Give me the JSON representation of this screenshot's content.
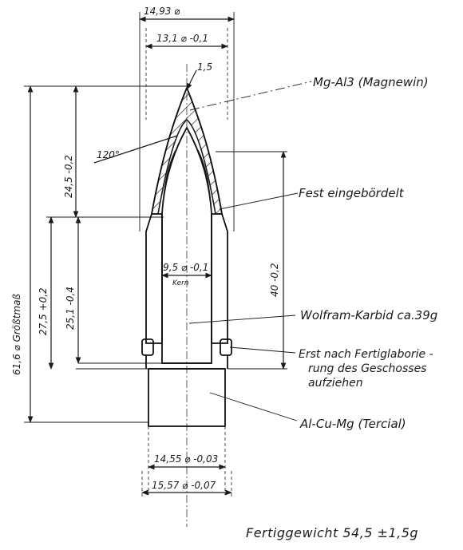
{
  "labels": {
    "material_tip": "Mg-Al3 (Magnewin)",
    "crimp": "Fest eingebördelt",
    "core": "Wolfram-Karbid ca.39g",
    "note_line1": "Erst nach Fertiglaborie -",
    "note_line2": "rung des Geschosses",
    "note_line3": "aufziehen",
    "material_base": "Al-Cu-Mg (Tercial)"
  },
  "dimensions": {
    "top_width": "14,93 ⌀",
    "inner_width": "13,1 ⌀ -0,1",
    "tip_radius": "1,5",
    "angle": "120°",
    "nose_length": "24,5 -0,2",
    "overall_length": "61,6 ⌀ Größtmaß",
    "body_length": "27,5 +0,2",
    "core_length": "25,1 -0,4",
    "core_diameter": "9,5 ⌀ -0,1",
    "core_label": "Kern",
    "right_length": "40 -0,2",
    "base_width": "14,55 ⌀ -0,03",
    "band_width": "15,57 ⌀ -0,07"
  },
  "footer": {
    "weight": "Fertiggewicht 54,5 ±1,5g"
  }
}
